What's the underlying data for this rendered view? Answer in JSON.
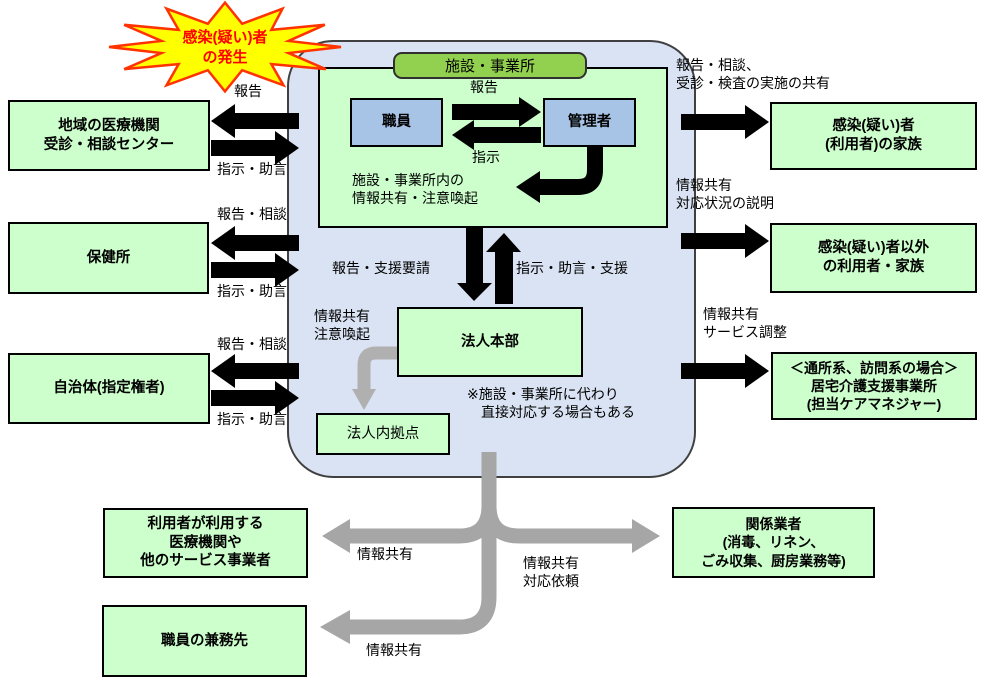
{
  "starburst": {
    "label": "感染(疑い)者\nの発生"
  },
  "facility": {
    "header": "施設・事業所",
    "staff": "職員",
    "manager": "管理者",
    "report_label": "報告",
    "instruction_label": "指示",
    "internal_note": "施設・事業所内の\n情報共有・注意喚起"
  },
  "hq": {
    "name": "法人本部",
    "branch": "法人内拠点",
    "report_request": "報告・支援要請",
    "instruct_support": "指示・助言・支援",
    "info_share": "情報共有\n注意喚起",
    "note": "※施設・事業所に代わり\n　直接対応する場合もある"
  },
  "left": {
    "medical": {
      "name": "地域の医療機関\n受診・相談センター",
      "up": "報告",
      "down": "指示・助言"
    },
    "health_center": {
      "name": "保健所",
      "up": "報告・相談",
      "down": "指示・助言"
    },
    "municipality": {
      "name": "自治体(指定権者)",
      "up": "報告・相談",
      "down": "指示・助言"
    }
  },
  "right": {
    "infected_family": {
      "name": "感染(疑い)者\n(利用者)の家族",
      "label": "報告・相談、\n受診・検査の実施の共有"
    },
    "other_family": {
      "name": "感染(疑い)者以外\nの利用者・家族",
      "label": "情報共有\n対応状況の説明"
    },
    "care_office": {
      "name": "＜通所系、訪問系の場合＞\n居宅介護支援事業所\n(担当ケアマネジャー)",
      "label": "情報共有\nサービス調整"
    }
  },
  "bottom": {
    "user_services": {
      "name": "利用者が利用する\n医療機関や\n他のサービス事業者",
      "label": "情報共有"
    },
    "staff_jobs": {
      "name": "職員の兼務先",
      "label": "情報共有"
    },
    "vendors": {
      "name": "関係業者\n(消毒、リネン、\nごみ収集、厨房業務等)",
      "label": "情報共有\n対応依頼"
    }
  },
  "colors": {
    "node_green": "#ccffcc",
    "node_blue": "#a7c4e6",
    "header_green": "#92d050",
    "container_blue": "#dae3f3",
    "starburst_fill": "#ffff00",
    "starburst_stroke": "#ff3300",
    "starburst_text": "#ff0000",
    "arrow_black": "#000000",
    "arrow_gray": "#a6a6a6"
  }
}
